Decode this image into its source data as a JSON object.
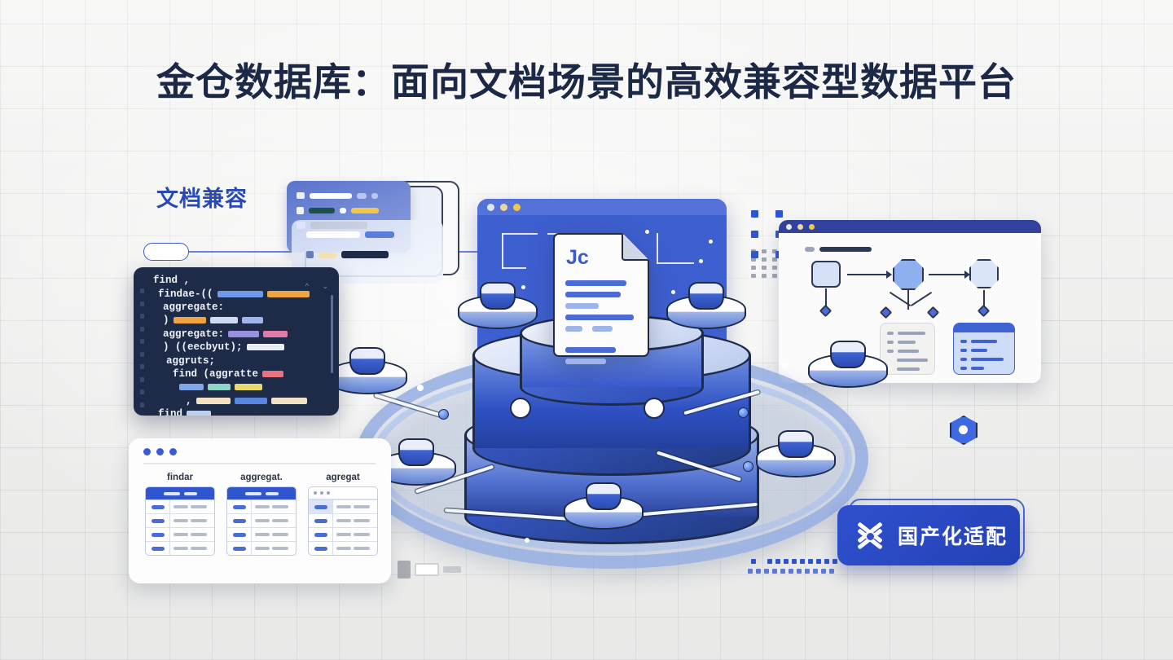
{
  "page": {
    "title": "金仓数据库：面向文档场景的高效兼容型数据平台",
    "section_label": "文档兼容",
    "background_color": "#efefee",
    "accent_color": "#2f55cf",
    "title_color": "#1b2947"
  },
  "code_editor": {
    "name": "code-editor-panel",
    "background": "#1d2a48",
    "lines": [
      {
        "keyword": "find ,",
        "tokens": []
      },
      {
        "keyword": "findae-((",
        "tokens": [
          "#6f9ae8",
          "#f0a63c"
        ]
      },
      {
        "keyword": "aggregate:",
        "tokens": []
      },
      {
        "keyword": ")",
        "tokens": [
          "#f0a63c",
          "#cfd9f2",
          "#9fb6e8"
        ]
      },
      {
        "keyword": "aggregate:",
        "tokens": [
          "#9a8ee0",
          "#e07ba8"
        ]
      },
      {
        "keyword": ") ((eecbyut);",
        "tokens": [
          "#e8ecf5"
        ]
      },
      {
        "keyword": "aggruts;",
        "tokens": []
      },
      {
        "keyword": "find (aggratte",
        "tokens": [
          "#e8727f"
        ]
      },
      {
        "keyword": "",
        "tokens": [
          "#7fa6e8",
          "#8fd6c9",
          "#ead96a"
        ]
      },
      {
        "keyword": ",",
        "tokens": [
          "#f3e2c2",
          "#5a86e0",
          "#f0e3c4"
        ]
      },
      {
        "keyword": "find",
        "tokens": [
          "#bcd0f0"
        ]
      },
      {
        "keyword": ")",
        "tokens": [
          "#e9edf6",
          "#e9edf6",
          "#e0848f"
        ]
      }
    ]
  },
  "table_window": {
    "name": "table-preview-window",
    "columns": [
      {
        "caption": "findar",
        "header_style": "blue",
        "rows": 4,
        "selected_row": -1
      },
      {
        "caption": "aggregat.",
        "header_style": "blue",
        "rows": 4,
        "selected_row": -1
      },
      {
        "caption": "agregat",
        "header_style": "plain",
        "rows": 4,
        "selected_row": 0
      }
    ]
  },
  "hero_window": {
    "name": "hero-browser-window",
    "traffic_lights": [
      "#dfe6f5",
      "#ecd79a",
      "#f0c74a"
    ],
    "background": "#3e5fd0"
  },
  "document_icon": {
    "name": "json-document-icon",
    "label": "Jc",
    "line_count": 7
  },
  "flow_window": {
    "name": "flow-diagram-window",
    "traffic_lights": [
      "#e6eaf6",
      "#e9d79d",
      "#f0c74a"
    ],
    "nodes": [
      "square",
      "octagon",
      "octagon"
    ],
    "cards": 2
  },
  "hub": {
    "name": "database-hub-3d",
    "satellite_count": 6,
    "ring_color": "#7e9ee6",
    "cylinder_color": "#2f51c4"
  },
  "badge": {
    "name": "localization-badge",
    "label": "国产化适配",
    "color": "#2f4fcd"
  },
  "hex_node": {
    "name": "hexagon-node-icon",
    "color": "#3e69e0"
  },
  "decor": {
    "matrix_right": {
      "cols": 2,
      "rows": 3,
      "color": "#2f55cf"
    },
    "matrix_right_small": {
      "cols": 4,
      "rows": 4,
      "color": "#5b6478"
    },
    "dots_bottom_1": 10,
    "dots_bottom_2": 11
  }
}
